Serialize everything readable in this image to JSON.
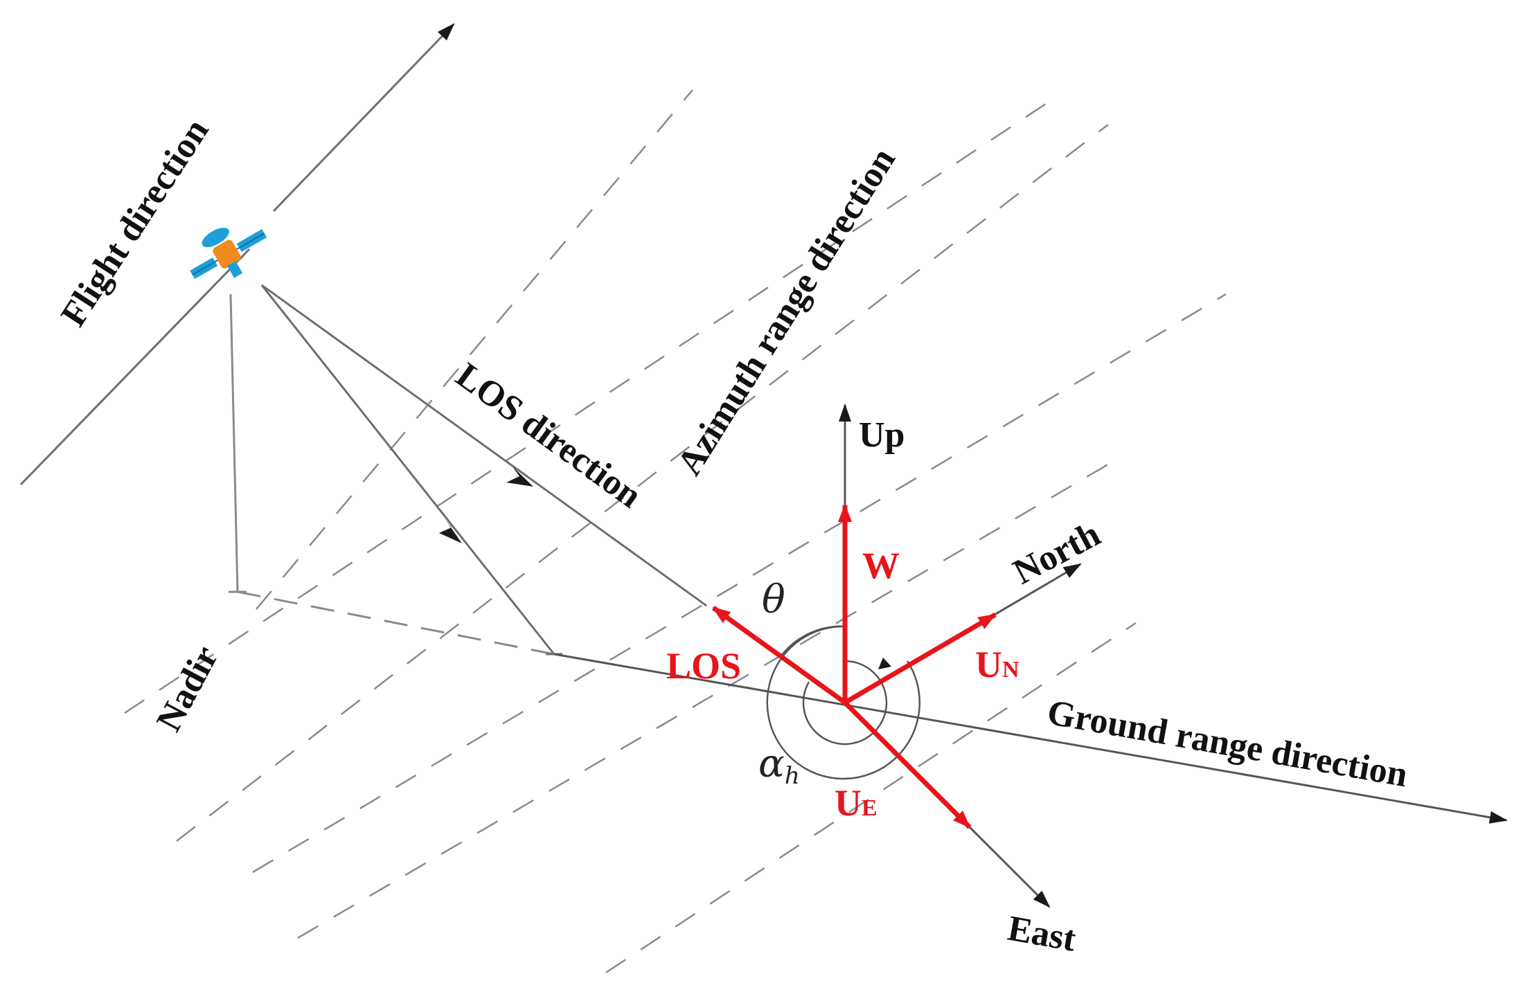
{
  "labels": {
    "flight_direction": "Flight direction",
    "azimuth_range_direction": "Azimuth range direction",
    "los_direction": "LOS direction",
    "up": "Up",
    "north": "North",
    "east": "East",
    "nadir": "Nadir",
    "ground_range_direction": "Ground range direction"
  },
  "vectors": {
    "w": "W",
    "los": "LOS",
    "un_main": "U",
    "un_sub": "N",
    "ue_main": "U",
    "ue_sub": "E"
  },
  "angles": {
    "theta": "θ",
    "alpha_main": "α",
    "alpha_sub": "h"
  },
  "colors": {
    "vector_red": "#e8141b",
    "axis_gray": "#6e6e6e",
    "dash_gray": "#8a8a8a",
    "satellite_blue": "#1e9fd8",
    "satellite_orange": "#f08a1c"
  },
  "icons": {
    "satellite": "satellite-icon"
  }
}
